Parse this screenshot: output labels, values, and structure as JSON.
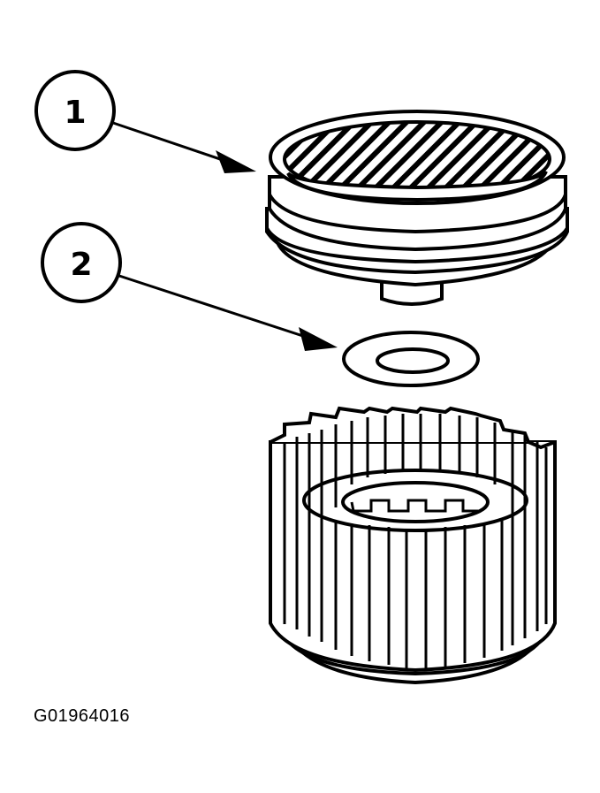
{
  "callouts": [
    {
      "label": "1",
      "part": "clutch-drum-piston"
    },
    {
      "label": "2",
      "part": "thrust-washer"
    }
  ],
  "figure_id": "G01964016",
  "colors": {
    "line": "#000000",
    "fill": "#ffffff"
  }
}
